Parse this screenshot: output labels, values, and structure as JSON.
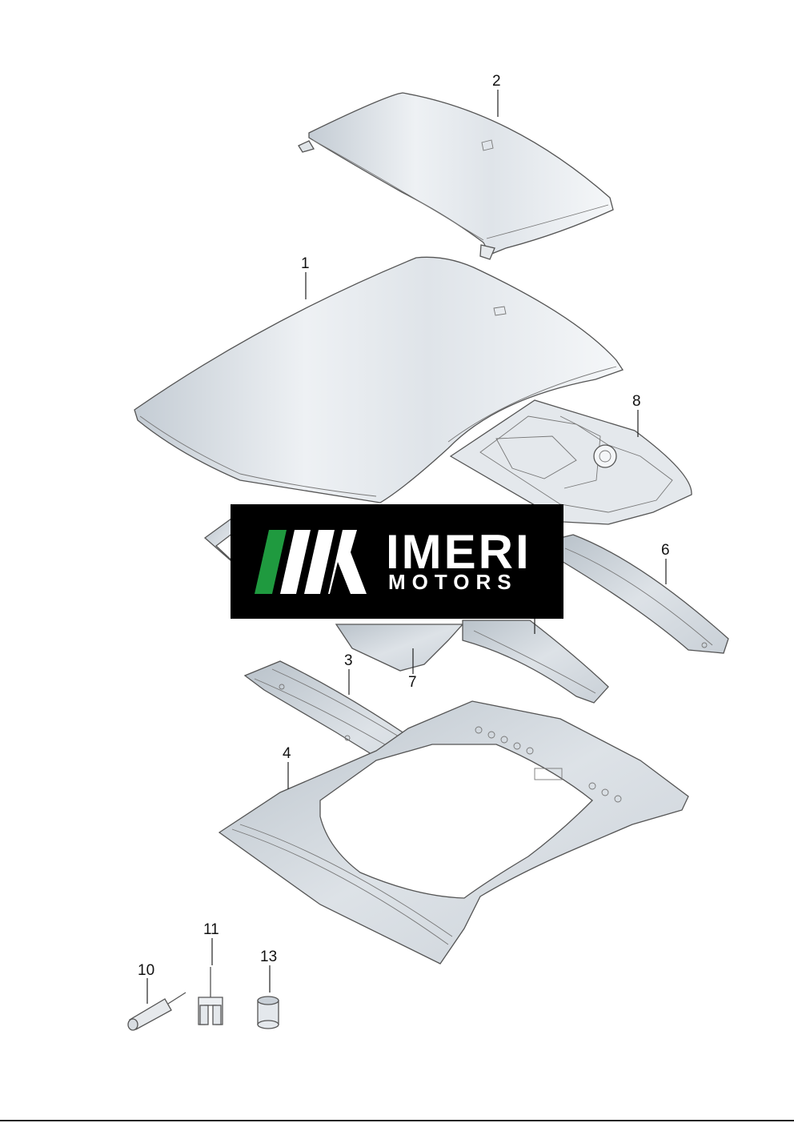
{
  "callouts": {
    "c1": "1",
    "c2": "2",
    "c3": "3",
    "c4": "4",
    "c6": "6",
    "c7": "7",
    "c8": "8",
    "c10": "10",
    "c11": "11",
    "c13": "13"
  },
  "watermark": {
    "word": "IMERI",
    "sub": "MOTORS",
    "accent_color": "#1f9a3f"
  }
}
